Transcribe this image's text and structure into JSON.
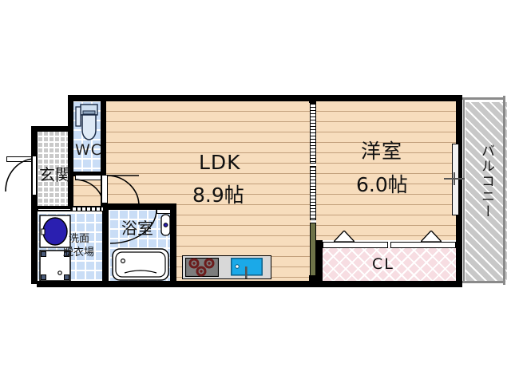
{
  "document": {
    "type": "floor-plan",
    "style": "japanese-madori",
    "layout_name": "1LDK"
  },
  "rooms": [
    {
      "id": "ldk",
      "label": "LDK",
      "area_label": "8.9帖",
      "floor": "wood",
      "color": "#f7ddbd"
    },
    {
      "id": "washitsu",
      "label": "洋室",
      "area_label": "6.0帖",
      "floor": "wood",
      "color": "#f7ddbd"
    },
    {
      "id": "closet",
      "label": "CL",
      "area_label": "",
      "floor": "closet",
      "color": "#f7dde2"
    },
    {
      "id": "balcony",
      "label": "バルコニー",
      "area_label": "",
      "floor": "hatch",
      "color": "#c8c8c8"
    },
    {
      "id": "wc",
      "label": "WC",
      "area_label": "",
      "floor": "tile-blue",
      "color": "#c9ddf6"
    },
    {
      "id": "genkan",
      "label": "玄関",
      "area_label": "",
      "floor": "tile-gray",
      "color": "#c9c9c9"
    },
    {
      "id": "senmen",
      "label": "洗面",
      "area_label": "脱衣場",
      "floor": "tile-blue",
      "color": "#c9ddf6"
    },
    {
      "id": "yokushitsu",
      "label": "浴室",
      "area_label": "",
      "floor": "tile-blue",
      "color": "#c9ddf6"
    }
  ],
  "labels": {
    "ldk_name": "LDK",
    "ldk_area": "8.9帖",
    "room_name": "洋室",
    "room_area": "6.0帖",
    "closet": "CL",
    "balcony": "バルコニー",
    "wc": "WC",
    "genkan": "玄関",
    "senmen_line1": "洗面",
    "senmen_line2": "脱衣場",
    "bath": "浴室"
  },
  "fixtures": [
    {
      "id": "toilet",
      "name": "toilet-fixture",
      "room": "wc"
    },
    {
      "id": "vanity-sink",
      "name": "washbasin-fixture",
      "room": "senmen"
    },
    {
      "id": "washer-pan",
      "name": "washing-machine-pan",
      "room": "senmen"
    },
    {
      "id": "bathtub",
      "name": "bathtub-fixture",
      "room": "yokushitsu"
    },
    {
      "id": "gas-stove",
      "name": "gas-stove-fixture",
      "room": "ldk",
      "burners": 3
    },
    {
      "id": "kitchen-sink",
      "name": "kitchen-sink-fixture",
      "room": "ldk",
      "color": "#1ba9e8"
    },
    {
      "id": "entry-door",
      "name": "entrance-door",
      "room": "genkan"
    },
    {
      "id": "wc-door",
      "name": "wc-door",
      "room": "wc"
    },
    {
      "id": "hall-door",
      "name": "hall-door",
      "room": "ldk"
    },
    {
      "id": "bath-door",
      "name": "bathroom-door",
      "room": "yokushitsu"
    },
    {
      "id": "partition",
      "name": "sliding-partition",
      "room": "ldk"
    },
    {
      "id": "closet-doors",
      "name": "closet-sliding-doors",
      "room": "closet"
    },
    {
      "id": "balcony-window",
      "name": "balcony-sliding-window",
      "room": "washitsu"
    }
  ],
  "colors": {
    "wall": "#000000",
    "floor_wood": "#f7ddbd",
    "tile_blue": "#c9ddf6",
    "tile_gray": "#c9c9c9",
    "closet_pink": "#f7dde2",
    "balcony_gray": "#c8c8c8",
    "sink_blue": "#1ba9e8",
    "basin_blue": "#2a1fb0",
    "stove_gray": "#7d7d7d",
    "burner_red": "#7a1f1f",
    "partition_olive": "#6e7348"
  }
}
